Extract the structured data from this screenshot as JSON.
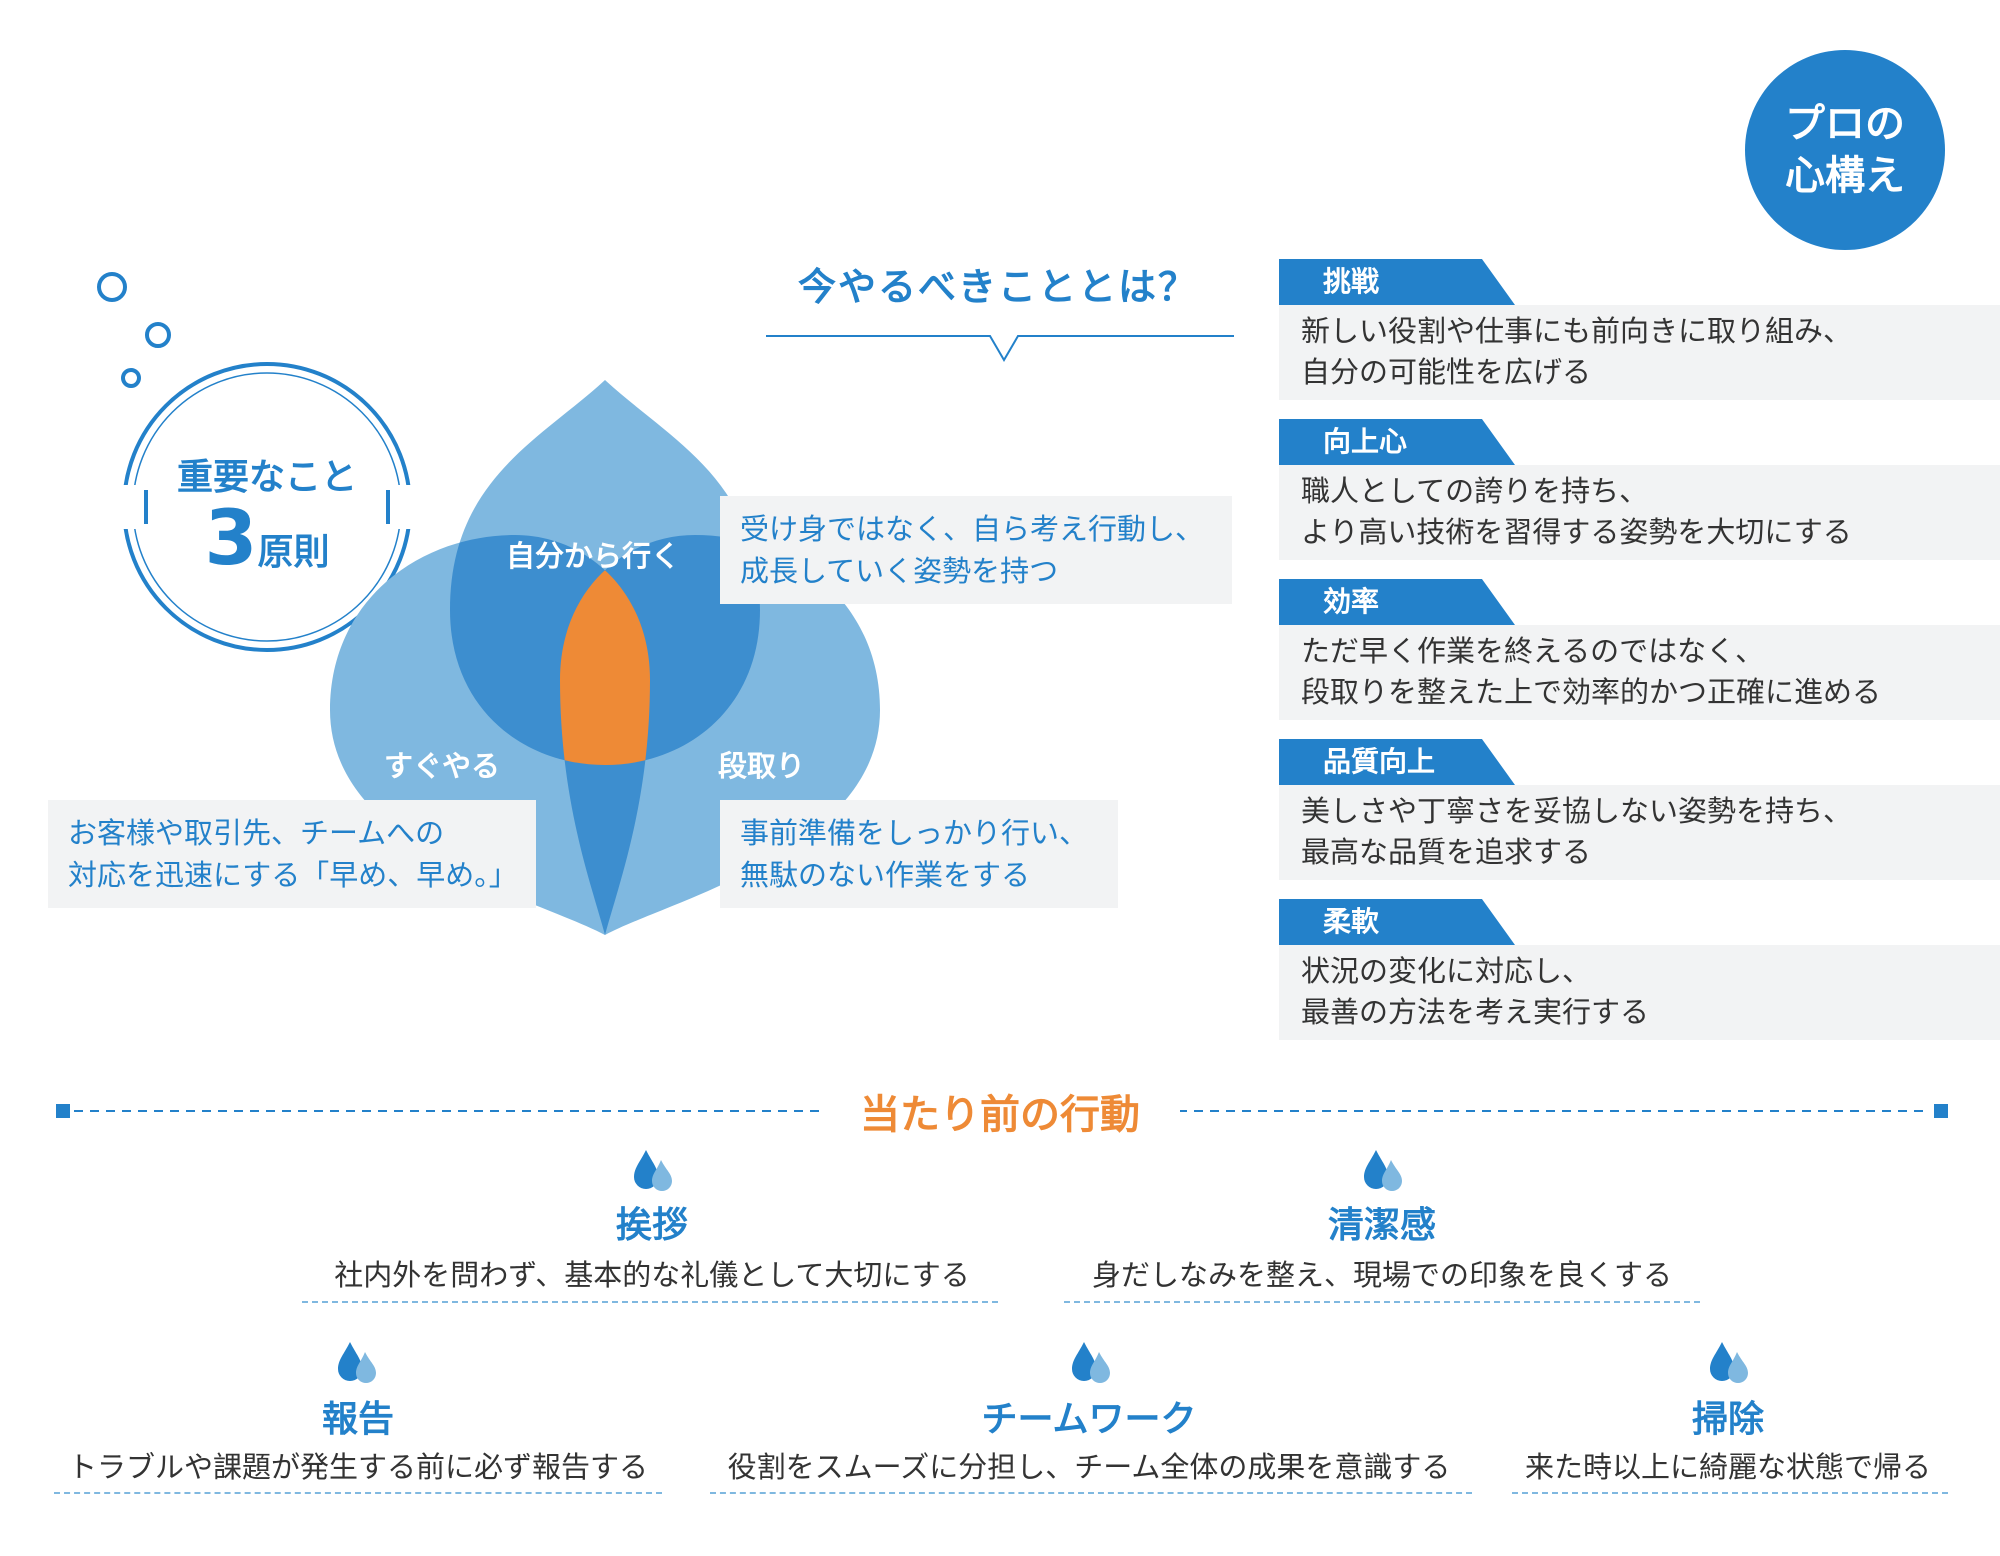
{
  "badge": {
    "line1": "プロの",
    "line2": "心構え"
  },
  "question": {
    "title": "今やるべきこととは？"
  },
  "principles": {
    "heading": "重要なこと",
    "number": "3",
    "suffix": "原則",
    "items": [
      {
        "label": "自分から行く",
        "text1": "受け身ではなく、自ら考え行動し、",
        "text2": "成長していく姿勢を持つ"
      },
      {
        "label": "すぐやる",
        "text1": "お客様や取引先、チームへの",
        "text2": "対応を迅速にする「早め、早め。」"
      },
      {
        "label": "段取り",
        "text1": "事前準備をしっかり行い、",
        "text2": "無駄のない作業をする"
      }
    ]
  },
  "mindset": [
    {
      "tag": "挑戦",
      "line1": "新しい役割や仕事にも前向きに取り組み、",
      "line2": "自分の可能性を広げる"
    },
    {
      "tag": "向上心",
      "line1": "職人としての誇りを持ち、",
      "line2": "より高い技術を習得する姿勢を大切にする"
    },
    {
      "tag": "効率",
      "line1": "ただ早く作業を終えるのではなく、",
      "line2": "段取りを整えた上で効率的かつ正確に進める"
    },
    {
      "tag": "品質向上",
      "line1": "美しさや丁寧さを妥協しない姿勢を持ち、",
      "line2": "最高な品質を追求する"
    },
    {
      "tag": "柔軟",
      "line1": "状況の変化に対応し、",
      "line2": "最善の方法を考え実行する"
    }
  ],
  "actions": {
    "title": "当たり前の行動",
    "items": [
      {
        "title": "挨拶",
        "text": "社内外を問わず、基本的な礼儀として大切にする"
      },
      {
        "title": "清潔感",
        "text": "身だしなみを整え、現場での印象を良くする"
      },
      {
        "title": "報告",
        "text": "トラブルや課題が発生する前に必ず報告する"
      },
      {
        "title": "チームワーク",
        "text": "役割をスムーズに分担し、チーム全体の成果を意識する"
      },
      {
        "title": "掃除",
        "text": "来た時以上に綺麗な状態で帰る"
      }
    ]
  },
  "colors": {
    "primary": "#2381ca",
    "light": "#7fb8e0",
    "overlap": "#3d8ecf",
    "accent": "#ee8a36",
    "panel": "#f2f3f4"
  }
}
